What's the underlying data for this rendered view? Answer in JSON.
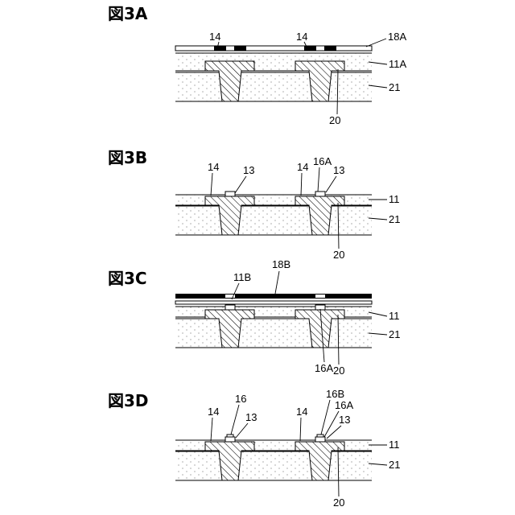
{
  "figures": [
    {
      "id": "3A",
      "title": "図3A",
      "labels": {
        "pad_left": "14",
        "pad_right": "14",
        "mask": "18A",
        "layer": "11A",
        "substrate": "21",
        "via": "20"
      }
    },
    {
      "id": "3B",
      "title": "図3B",
      "labels": {
        "pad_left": "14",
        "bump_left": "13",
        "pad_right": "14",
        "film": "16A",
        "bump_right": "13",
        "layer": "11",
        "substrate": "21",
        "via": "20"
      }
    },
    {
      "id": "3C",
      "title": "図3C",
      "labels": {
        "opening": "11B",
        "mask": "18B",
        "layer": "11",
        "substrate": "21",
        "film": "16A",
        "via": "20"
      }
    },
    {
      "id": "3D",
      "title": "図3D",
      "labels": {
        "pad_left": "14",
        "plating_left": "16",
        "bump_left": "13",
        "pad_right": "14",
        "plating_right": "16B",
        "film": "16A",
        "bump_right": "13",
        "layer": "11",
        "substrate": "21",
        "via": "20"
      }
    }
  ],
  "colors": {
    "ink": "#000000",
    "paper": "#ffffff",
    "dots": "#bdbdbd"
  }
}
